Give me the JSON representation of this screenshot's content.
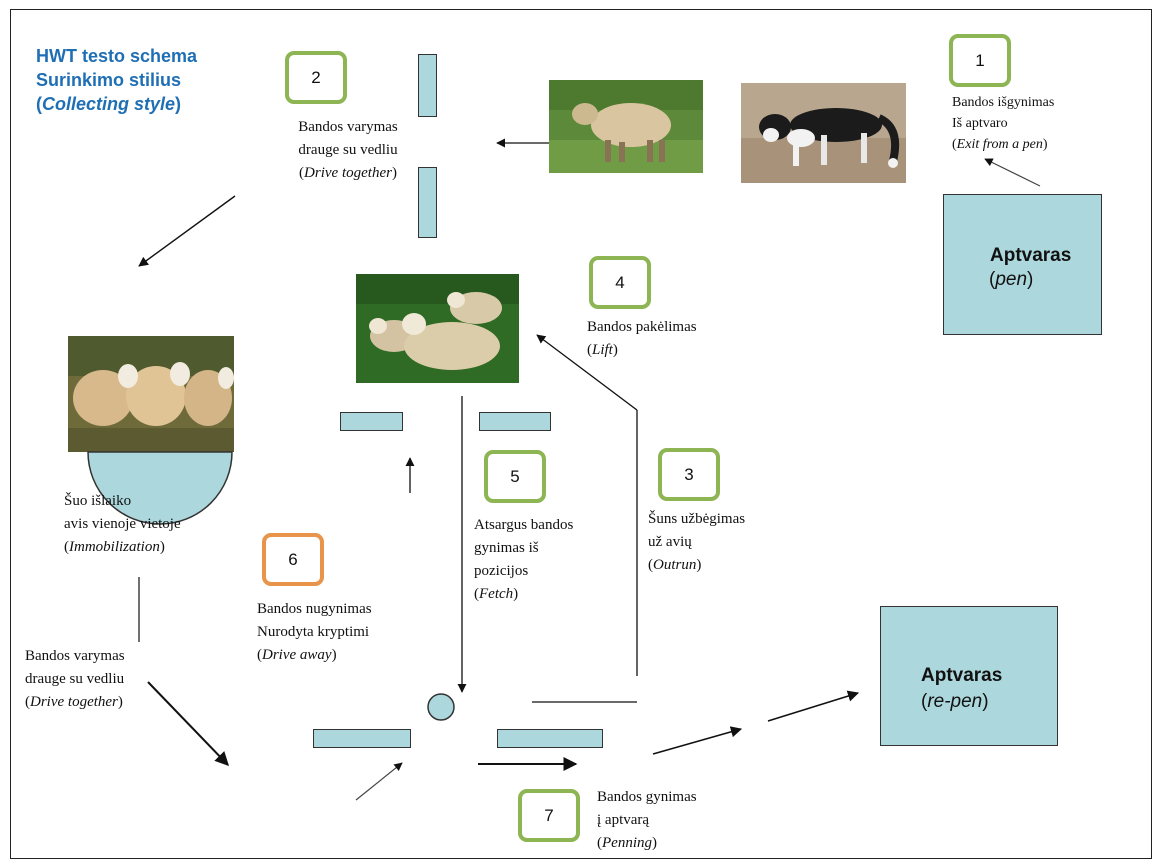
{
  "title": {
    "line1": "HWT testo schema",
    "line2": "Surinkimo stilius",
    "line3": "Collecting style"
  },
  "steps": {
    "s1": {
      "number": "1",
      "line1": "Bandos išgynimas",
      "line2": "Iš aptvaro",
      "en": "Exit from a pen"
    },
    "s2": {
      "number": "2",
      "line1": "Bandos varymas",
      "line2": "drauge su vedliu",
      "en": "Drive together"
    },
    "s3": {
      "number": "3",
      "line1": "Šuns užbėgimas",
      "line2": "už avių",
      "en": "Outrun"
    },
    "s4": {
      "number": "4",
      "line1": "Bandos pakėlimas",
      "en": "Lift"
    },
    "s5": {
      "number": "5",
      "line1": "Atsargus bandos",
      "line2": "gynimas iš",
      "line3": "pozicijos",
      "en": "Fetch"
    },
    "s6": {
      "number": "6",
      "line1": "Bandos nugynimas",
      "line2": "Nurodyta kryptimi",
      "en": "Drive away"
    },
    "s7": {
      "number": "7",
      "line1": "Bandos gynimas",
      "line2": "į aptvarą",
      "en": "Penning"
    }
  },
  "immobilization": {
    "line1": "Šuo išlaiko",
    "line2": "avis vienoje vietoje",
    "en": "Immobilization"
  },
  "drive_together_left": {
    "line1": "Bandos varymas",
    "line2": "drauge su vedliu",
    "en": "Drive together"
  },
  "pens": {
    "start": {
      "title": "Aptvaras",
      "en": "pen"
    },
    "end": {
      "title": "Aptvaras",
      "en": "re-pen"
    }
  },
  "colors": {
    "green_badge": "#8db553",
    "orange_badge": "#e8944a",
    "obstacle_fill": "#acd7dd",
    "title_blue": "#1f6fb5"
  },
  "photos": [
    "sheep-single",
    "border-collie",
    "sheep-group-lying",
    "sheep-group-standing"
  ]
}
